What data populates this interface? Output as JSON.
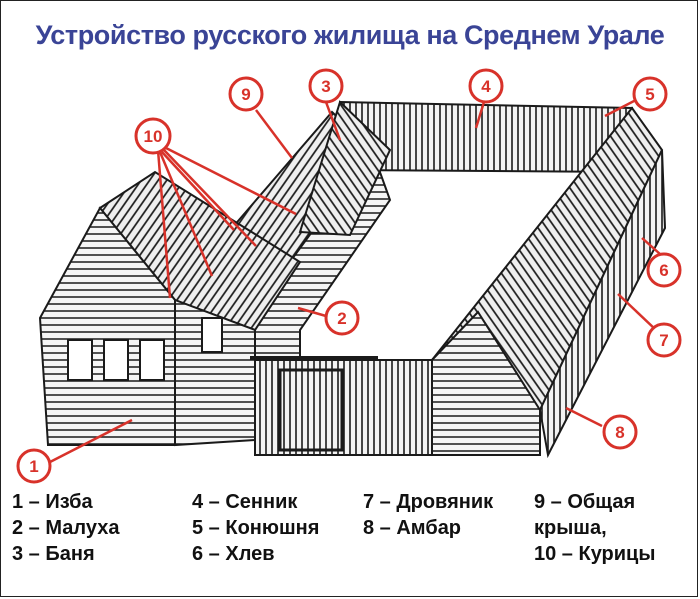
{
  "title": "Устройство русского жилища на Среднем Урале",
  "colors": {
    "title": "#3a4496",
    "callout": "#d8322a",
    "ink": "#1a1a1a"
  },
  "callouts": [
    {
      "num": "1"
    },
    {
      "num": "2"
    },
    {
      "num": "3"
    },
    {
      "num": "4"
    },
    {
      "num": "5"
    },
    {
      "num": "6"
    },
    {
      "num": "7"
    },
    {
      "num": "8"
    },
    {
      "num": "9"
    },
    {
      "num": "10"
    }
  ],
  "legend": [
    "1 – Изба",
    "2 – Малуха",
    "3 – Баня",
    "4 – Сенник",
    "5 – Конюшня",
    "6 – Хлев",
    "7 – Дровяник",
    "8 – Амбар",
    "9 – Общая",
    "крыша,",
    "10 – Курицы"
  ]
}
